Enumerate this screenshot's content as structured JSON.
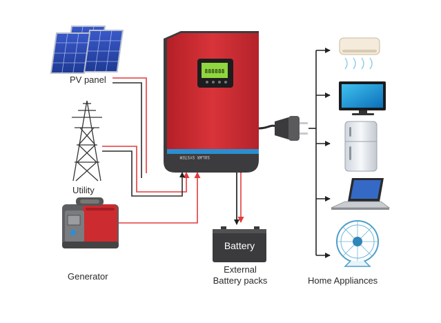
{
  "diagram": {
    "source_labels": {
      "pv_panel": "PV panel",
      "utility": "Utility",
      "generator": "Generator"
    },
    "battery": {
      "box_label": "Battery",
      "caption_line1": "External",
      "caption_line2": "Battery packs"
    },
    "loads": {
      "label": "Home Appliances",
      "items": [
        "air-conditioner",
        "television",
        "refrigerator",
        "laptop",
        "fan"
      ]
    },
    "inverter": {
      "display_text": "888888",
      "brand_text": "SOLAR SYSTEM",
      "colors": {
        "body": "#cc2b2f",
        "frame": "#3c3c3e",
        "band": "#2a8fd0",
        "lcd": "#8fd640"
      }
    },
    "wires": {
      "positive_color": "#e23a3a",
      "negative_color": "#2a2a2a"
    }
  }
}
